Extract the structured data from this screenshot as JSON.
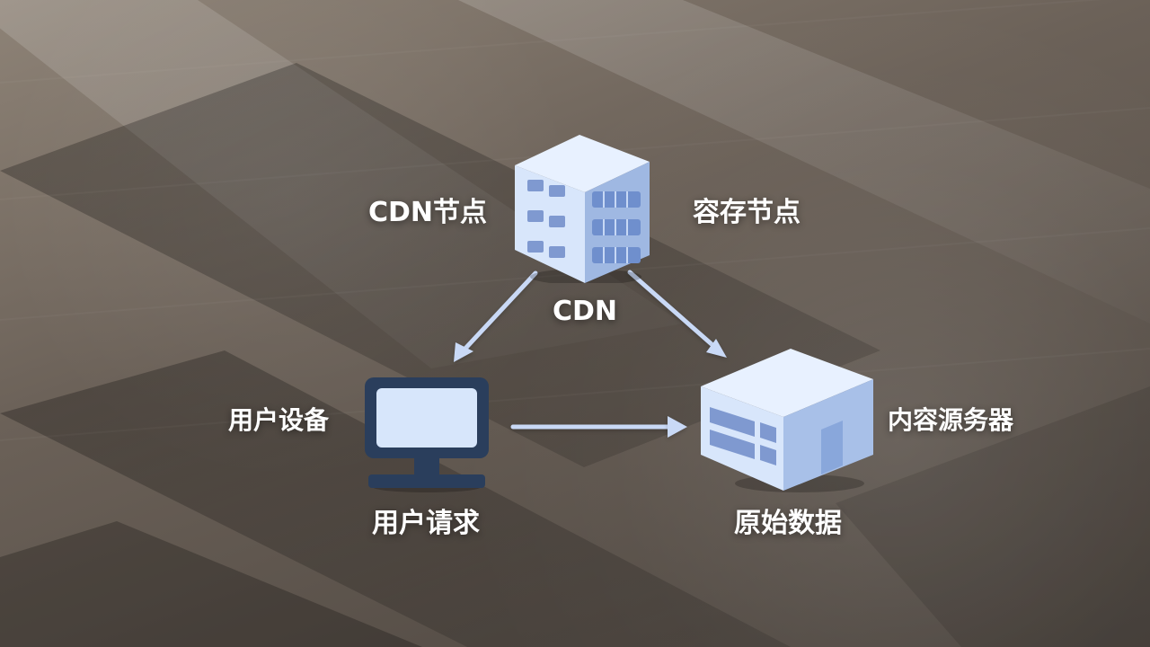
{
  "diagram": {
    "labels": {
      "cdn_node": "CDN节点",
      "storage_node": "容存节点",
      "cdn": "CDN",
      "user_device": "用户设备",
      "user_request": "用户请求",
      "content_server": "内容源务器",
      "original_data": "原始数据"
    },
    "icons": {
      "cdn_server": "cdn-server-icon",
      "user_monitor": "monitor-icon",
      "origin_building": "server-building-icon"
    },
    "colors": {
      "arrow": "#c9d9f6",
      "label_text": "#ffffff",
      "monitor_frame": "#2a3e5c",
      "monitor_screen": "#d7e6fb",
      "server_face": "#c7d8f5",
      "server_window": "#7f99d0"
    }
  }
}
